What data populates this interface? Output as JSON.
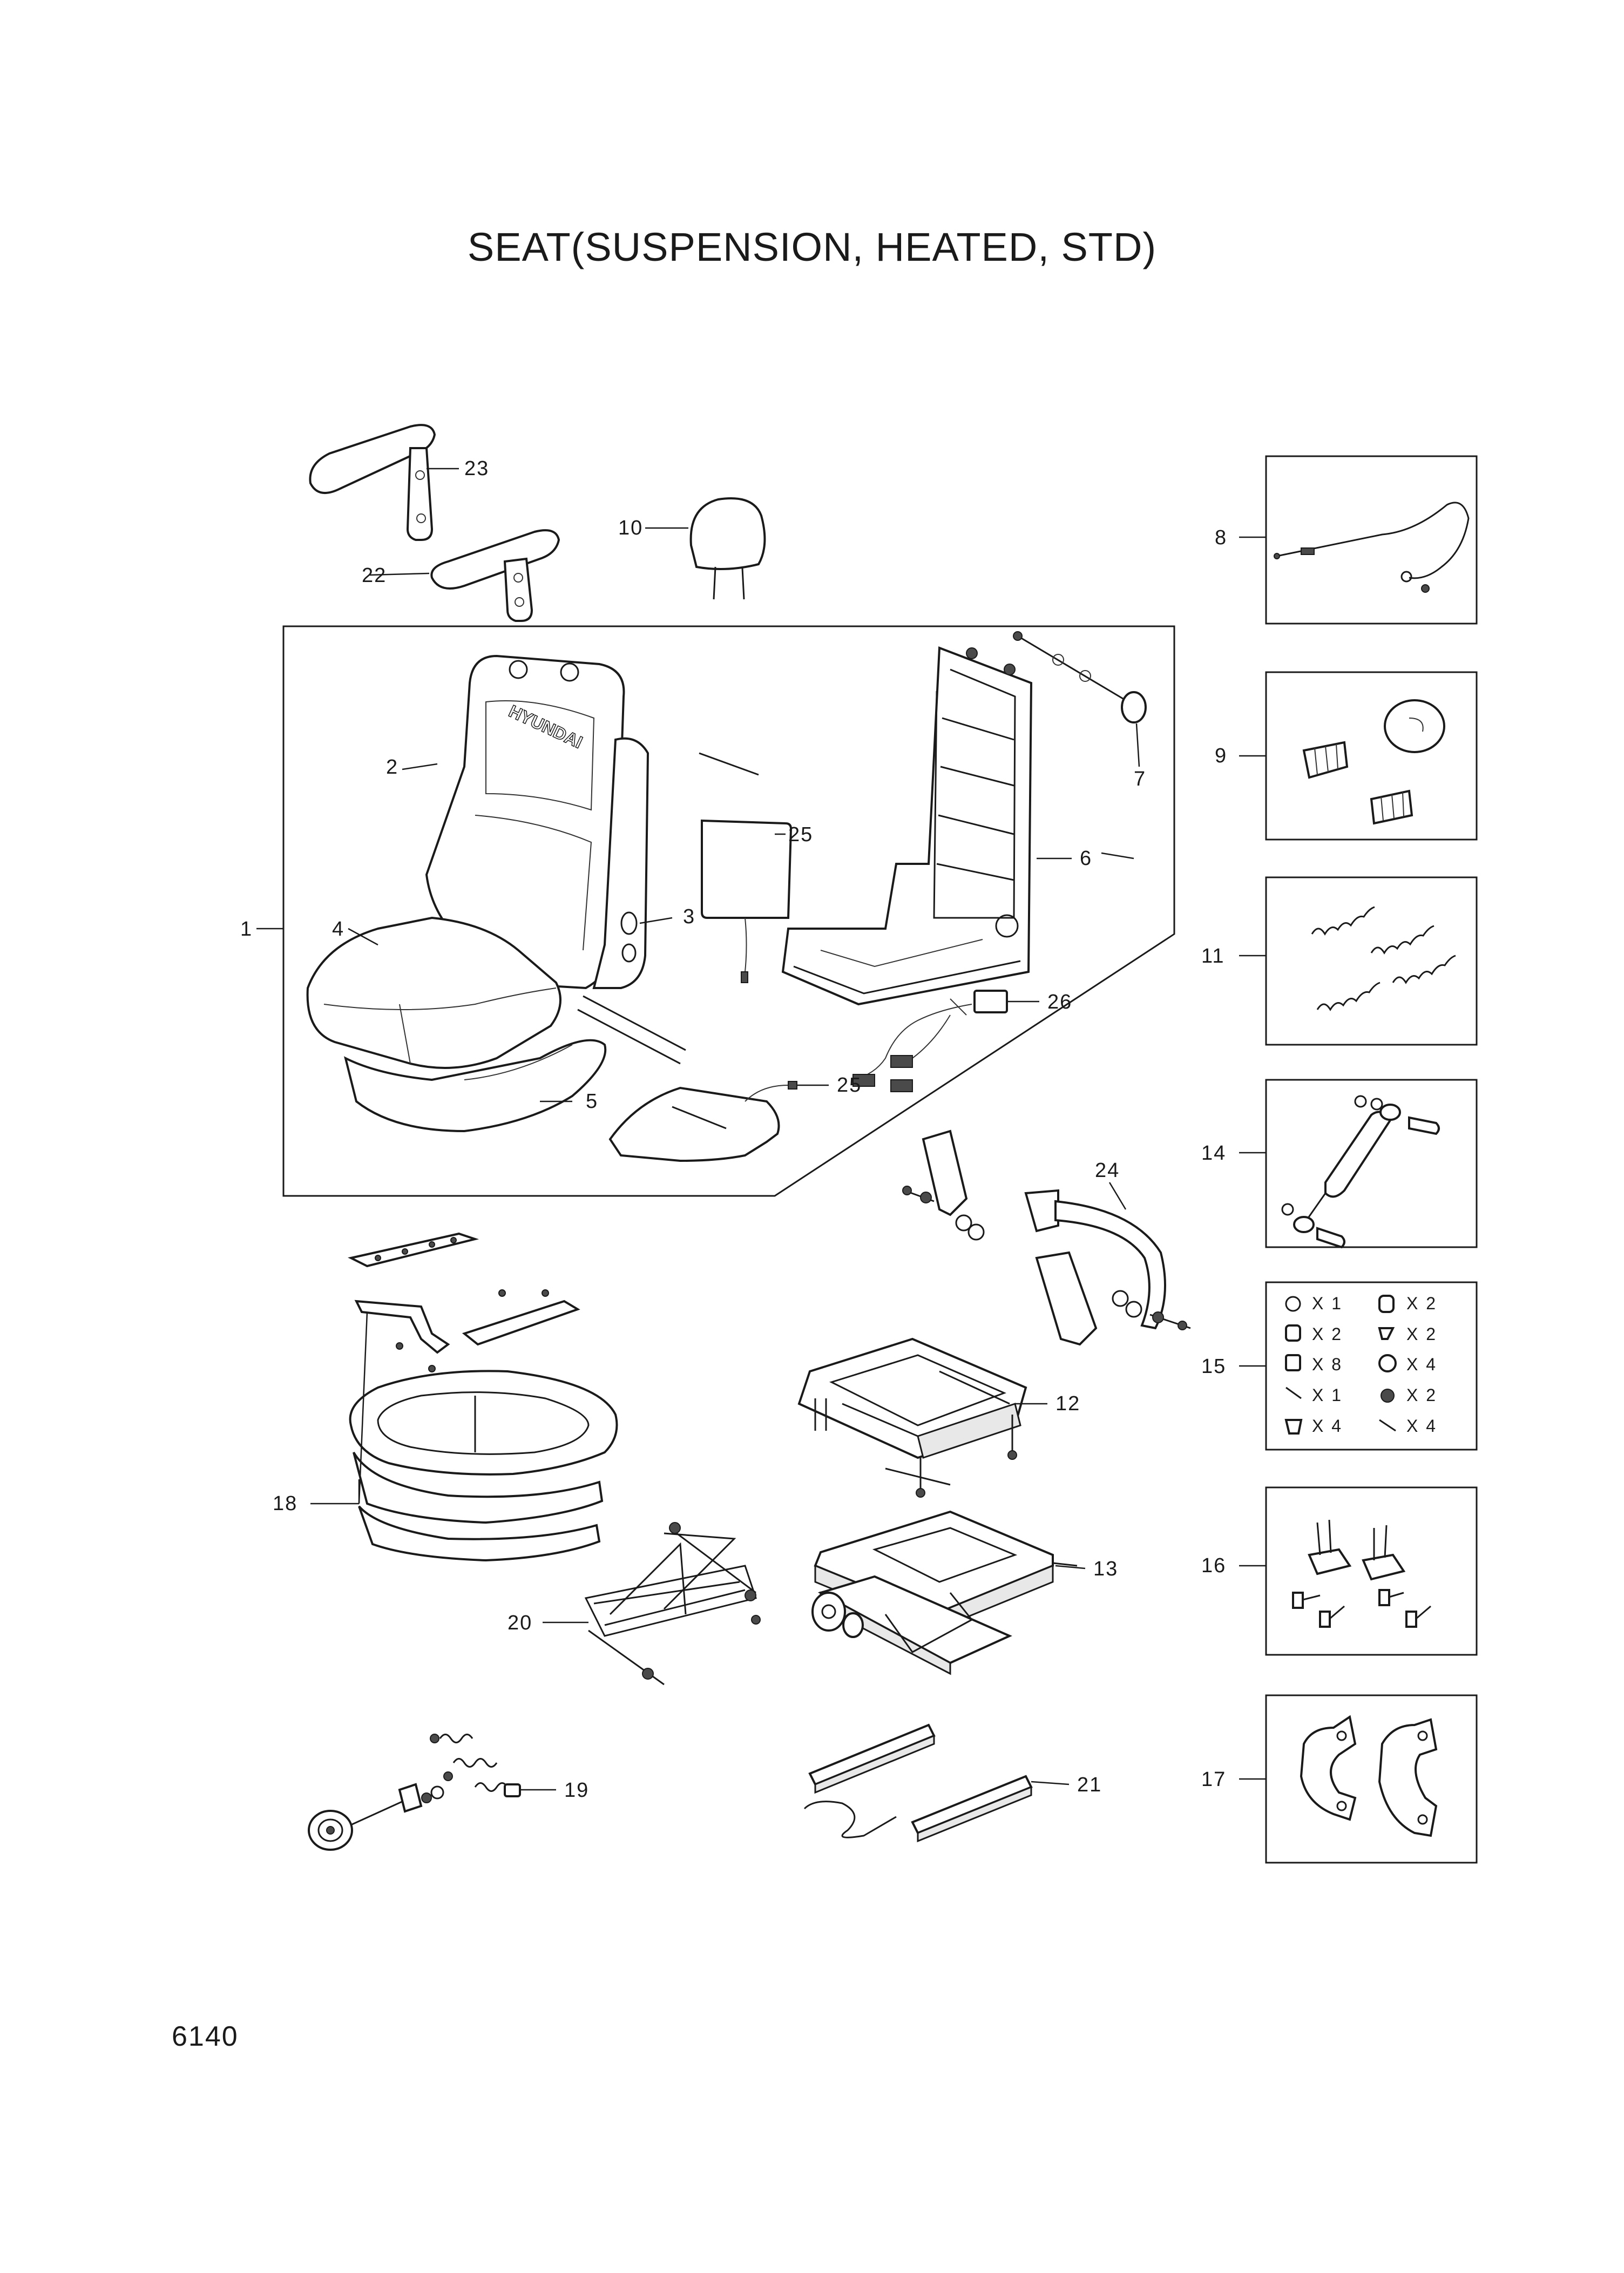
{
  "title": "SEAT(SUSPENSION, HEATED, STD)",
  "page_number": "6140",
  "callouts": {
    "c1": "1",
    "c2": "2",
    "c3": "3",
    "c4": "4",
    "c5": "5",
    "c6": "6",
    "c7": "7",
    "c8": "8",
    "c9": "9",
    "c10": "10",
    "c11": "11",
    "c12": "12",
    "c13": "13",
    "c14": "14",
    "c15": "15",
    "c16": "16",
    "c17": "17",
    "c18": "18",
    "c19": "19",
    "c20": "20",
    "c21": "21",
    "c22": "22",
    "c23": "23",
    "c24": "24",
    "c25a": "25",
    "c25b": "25",
    "c26": "26"
  },
  "kit_15_quantities": {
    "q1": "X 1",
    "q2": "X 2",
    "q3": "X 2",
    "q4": "X 2",
    "q5": "X 8",
    "q6": "X 4",
    "q7": "X 1",
    "q8": "X 2",
    "q9": "X 4",
    "q10": "X 4"
  },
  "brand_mark": "HYUNDAI"
}
